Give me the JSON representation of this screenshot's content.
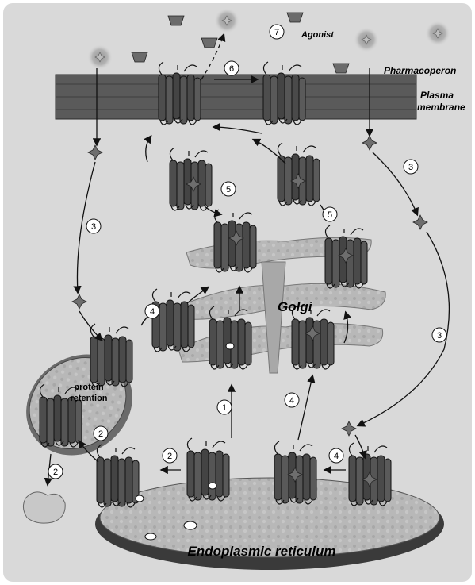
{
  "labels": {
    "agonist": "Agonist",
    "pharmacoperon": "Pharmacoperon",
    "plasma_membrane_line1": "Plasma",
    "plasma_membrane_line2": "membrane",
    "golgi": "Golgi",
    "protein_retention_line1": "protein",
    "protein_retention_line2": "retention",
    "endoplasmic_reticulum": "Endoplasmic reticulum"
  },
  "steps": [
    "1",
    "2",
    "2",
    "2",
    "3",
    "3",
    "3",
    "4",
    "4",
    "4",
    "5",
    "5",
    "6",
    "7"
  ],
  "colors": {
    "background_panel": "#d9d9d9",
    "membrane": "#5a5a5a",
    "membrane_stripe": "#3f3f3f",
    "receptor": "#4d4d4d",
    "golgi": "#b5b5b5",
    "er_body": "#bcbcbc",
    "er_rim": "#3a3a3a",
    "ligand": "#6e6e6e",
    "pharmacoperon": "#a8a8a8"
  }
}
